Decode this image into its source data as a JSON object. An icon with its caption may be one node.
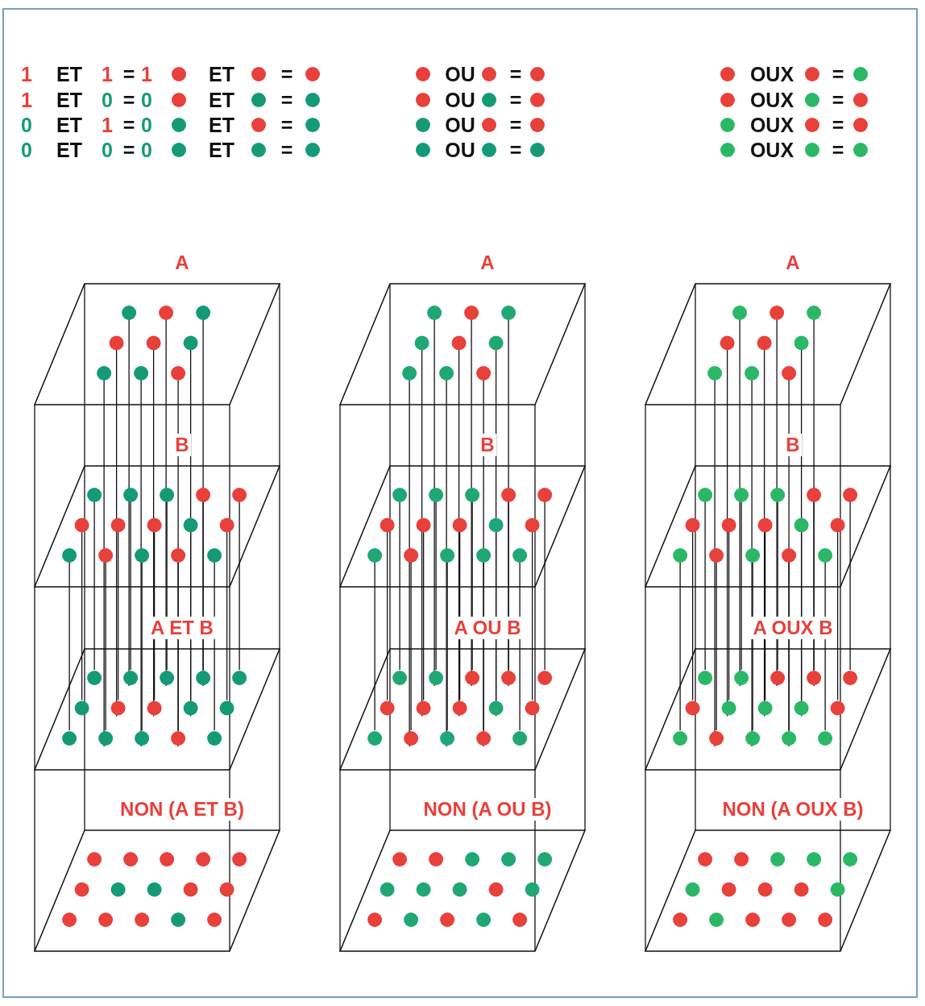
{
  "diagram": {
    "nodes": [
      {
        "text": [
          "A"
        ]
      },
      {
        "text": [
          "A"
        ]
      },
      {
        "text": [
          "A"
        ]
      },
      {
        "text": [
          "B"
        ]
      },
      {
        "text": [
          "B"
        ]
      },
      {
        "text": [
          "B"
        ]
      },
      {
        "text": [
          "A ET B"
        ]
      },
      {
        "text": [
          "A OU B"
        ]
      },
      {
        "text": [
          "A OUX B"
        ]
      },
      {
        "text": [
          "NON (A ET B)"
        ]
      },
      {
        "text": [
          "NON (A OU B)"
        ]
      },
      {
        "text": [
          "NON (A OUX B)"
        ]
      }
    ],
    "labels": [
      "1",
      "ET",
      "1",
      "=",
      "1",
      "ET",
      "=",
      "OU",
      "=",
      "OUX",
      "=",
      "1",
      "ET",
      "0",
      "=",
      "0",
      "ET",
      "=",
      "OU",
      "=",
      "OUX",
      "=",
      "0",
      "ET",
      "1",
      "=",
      "0",
      "ET",
      "=",
      "OU",
      "=",
      "OUX",
      "=",
      "0",
      "ET",
      "0",
      "=",
      "0",
      "ET",
      "=",
      "OU",
      "=",
      "OUX",
      "="
    ]
  }
}
